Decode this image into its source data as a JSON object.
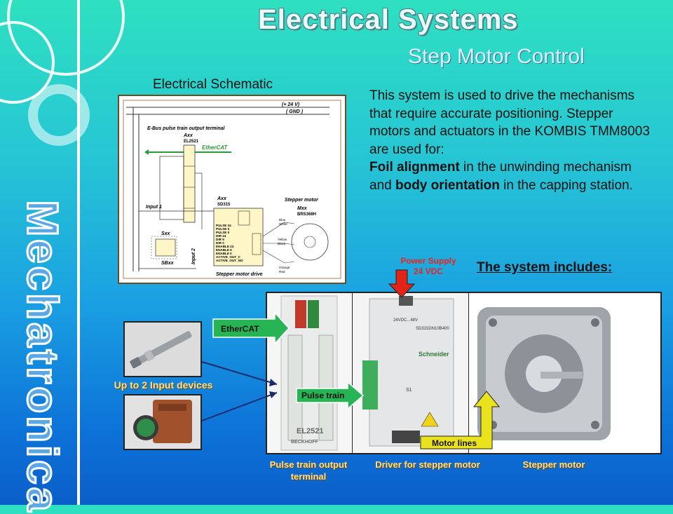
{
  "header": {
    "title": "Electrical Systems",
    "subtitle": "Step Motor Control"
  },
  "side_word": "Mechatronica",
  "schematic": {
    "label": "Electrical Schematic",
    "texts": {
      "v24": "(+ 24 V)",
      "gnd": "( GND )",
      "ebus": "E-Bus  pulse train output terminal",
      "axx1": "Axx",
      "el2521": "EL2521",
      "ethercat": "EtherCAT",
      "axx2": "Axx",
      "sd315": "SD315",
      "stepper_motor": "Stepper motor",
      "mxx": "Mxx",
      "brs": "BRS368H",
      "input1": "Input 1",
      "input2": "Input 2",
      "sxx": "Sxx",
      "sbxx": "SBxx",
      "drive": "Stepper motor drive",
      "blue": "Blue",
      "white": "White",
      "yellow": "Yellow",
      "black": "Black",
      "orange": "Orange",
      "red": "Red",
      "pins": [
        "PULSE 24",
        "PULSE 5",
        "PULSE 0",
        "DIR 24",
        "DIR 5",
        "DIR 0",
        "ENABLE 24",
        "ENABLE 5",
        "ENABLE 0",
        "ACTIVE_OUT_C",
        "ACTIVE_OUT_NO"
      ]
    }
  },
  "description": {
    "intro": "This system is used to drive the mechanisms that require accurate positioning. Stepper motors and actuators in the KOMBIS TMM8003 are used for:",
    "b1": "Foil alignment",
    "t1": " in the unwinding mechanism and ",
    "b2": "body orientation",
    "t2": " in the capping station."
  },
  "includes_label": "The system includes:",
  "power_supply_label": "Power Supply\n24 VDC",
  "arrows": {
    "ethercat": "EtherCAT",
    "pulse_train": "Pulse train",
    "motor_lines": "Motor lines"
  },
  "captions": {
    "inputs": "Up to 2  Input devices",
    "terminal": "Pulse train output terminal",
    "driver": "Driver for stepper motor",
    "motor": "Stepper motor"
  },
  "device_labels": {
    "terminal_model": "EL2521",
    "terminal_brand": "BECKHOFF",
    "driver_brand": "Schneider",
    "driver_model": "SD315DN10B400",
    "driver_spec": "24VDC...48V",
    "driver_sub": "S1"
  },
  "colors": {
    "arrow_red": "#e02418",
    "arrow_green": "#27b455",
    "arrow_yellow": "#e9e21c",
    "caption_yellow": "#ffe08a"
  }
}
